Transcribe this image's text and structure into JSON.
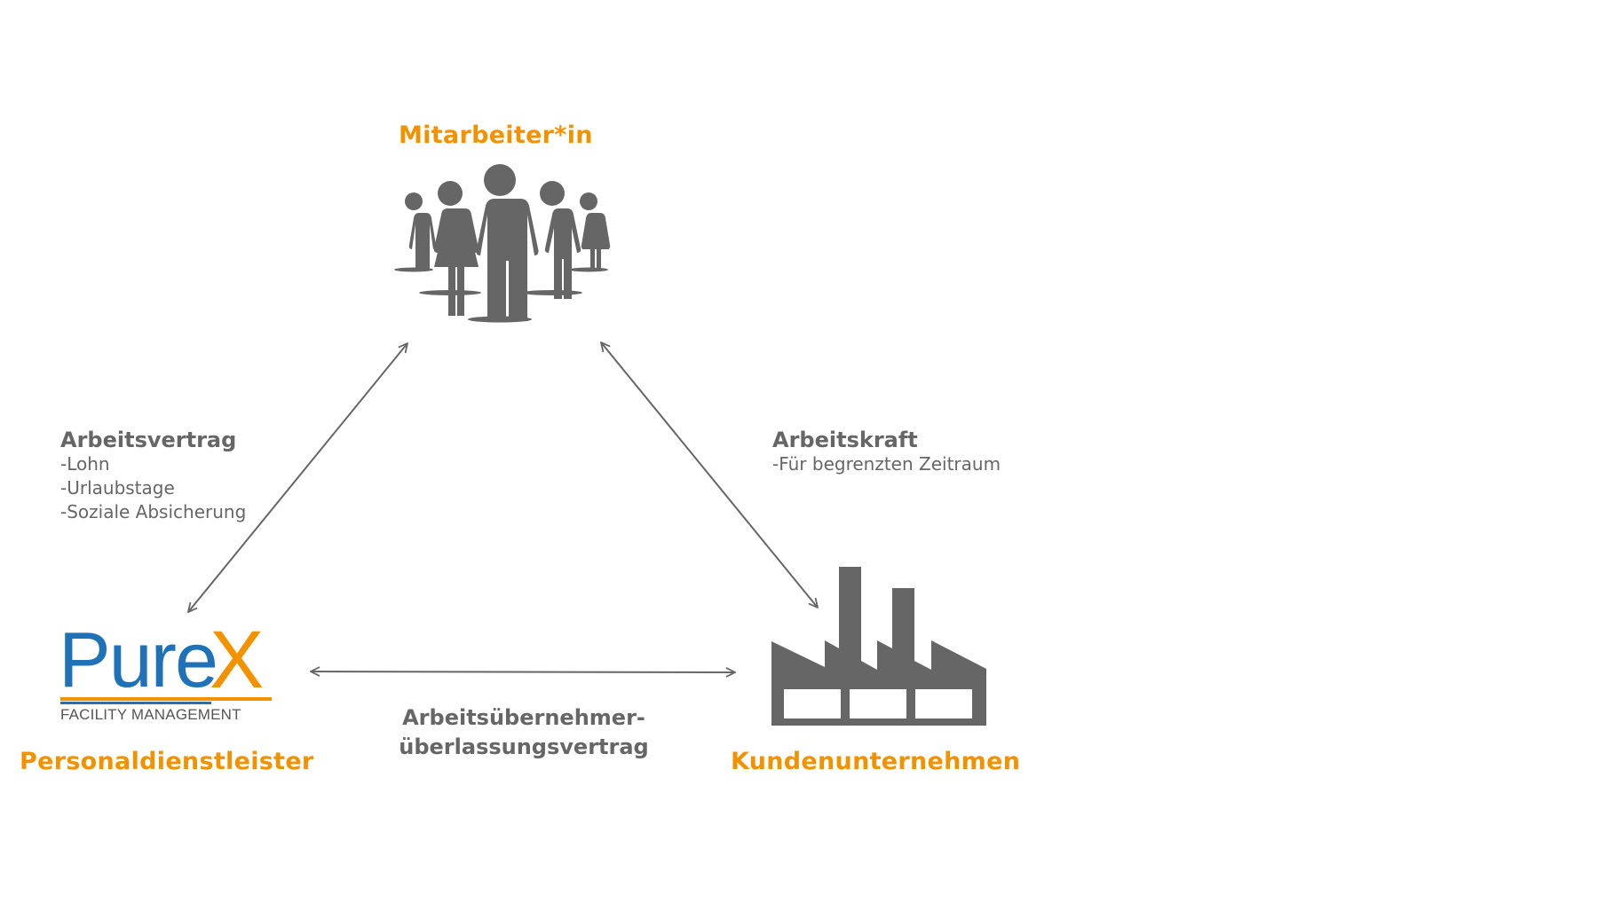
{
  "diagram": {
    "nodes": {
      "employee": {
        "title": "Mitarbeiter*in",
        "icon": "people-group-icon"
      },
      "provider": {
        "title": "Personaldienstleister",
        "logo": {
          "brand_main": "Pure",
          "brand_x": "X",
          "tagline": "FACILITY MANAGEMENT"
        }
      },
      "client": {
        "title": "Kundenunternehmen",
        "icon": "factory-icon"
      }
    },
    "edges": {
      "provider_employee": {
        "title": "Arbeitsvertrag",
        "items": [
          "-Lohn",
          "-Urlaubstage",
          "-Soziale Absicherung"
        ]
      },
      "employee_client": {
        "title": "Arbeitskraft",
        "items": [
          "-Für begrenzten Zeitraum"
        ]
      },
      "provider_client": {
        "title_line1": "Arbeitsübernehmer-",
        "title_line2": "überlassungsvertrag"
      }
    }
  },
  "colors": {
    "accent": "#f39200",
    "text": "#666666",
    "icon": "#666666",
    "brand_blue": "#1f72b8",
    "brand_orange": "#f39200"
  }
}
